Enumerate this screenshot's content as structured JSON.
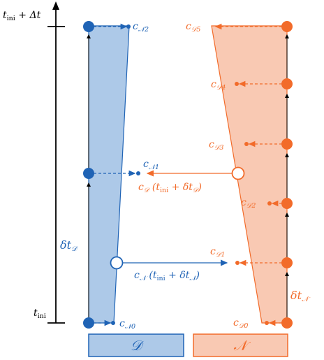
{
  "time_axis": {
    "top_label_main": "t",
    "top_label_sub": "ini",
    "top_label_rest": " + Δt",
    "bottom_label_main": "t",
    "bottom_label_sub": "ini"
  },
  "domain_d": {
    "box_label": "𝒟",
    "dt_main": "δt",
    "dt_sub": "𝒟",
    "exchange_label_main": "c",
    "exchange_label_sub": "𝒟",
    "exchange_label_arg_main": " (t",
    "exchange_label_arg_sub": "ini",
    "exchange_label_arg_rest": " + δt",
    "exchange_label_arg_sub2": "𝒟",
    "exchange_label_close": ")",
    "color": "#1f63b5",
    "fill": "#adc9e8"
  },
  "domain_n": {
    "box_label": "𝒩",
    "dt_main": "δt",
    "dt_sub": "𝒩",
    "exchange_label_main": "c",
    "exchange_label_sub": "𝒩",
    "exchange_label_arg_main": " (t",
    "exchange_label_arg_sub": "ini",
    "exchange_label_arg_rest": " + δt",
    "exchange_label_arg_sub2": "𝒩",
    "exchange_label_close": ")",
    "color": "#f26b2a",
    "fill": "#f9c9b3"
  },
  "n_labels": [
    {
      "main": "c",
      "sub": "𝒩0"
    },
    {
      "main": "c",
      "sub": "𝒩1"
    },
    {
      "main": "c",
      "sub": "𝒩2"
    }
  ],
  "d_labels": [
    {
      "main": "c",
      "sub": "𝒟0"
    },
    {
      "main": "c",
      "sub": "𝒟1"
    },
    {
      "main": "c",
      "sub": "𝒟2"
    },
    {
      "main": "c",
      "sub": "𝒟3"
    },
    {
      "main": "c",
      "sub": "𝒟4"
    },
    {
      "main": "c",
      "sub": "𝒟5"
    }
  ]
}
